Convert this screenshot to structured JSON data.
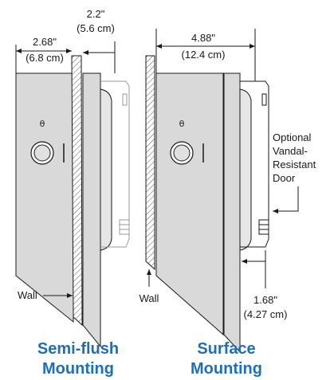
{
  "semi_flush": {
    "dimension_depth": "2.68\"",
    "dimension_depth_metric": "(6.8 cm)",
    "dimension_offset": "2.2\"",
    "dimension_offset_metric": "(5.6 cm)",
    "wall_label": "Wall",
    "title_line1": "Semi-flush",
    "title_line2": "Mounting"
  },
  "surface": {
    "dimension_depth": "4.88\"",
    "dimension_depth_metric": "(12.4 cm)",
    "dimension_door": "1.68\"",
    "dimension_door_metric": "(4.27 cm)",
    "door_label_line1": "Optional",
    "door_label_line2": "Vandal-",
    "door_label_line3": "Resistant",
    "door_label_line4": "Door",
    "wall_label": "Wall",
    "title_line1": "Surface",
    "title_line2": "Mounting"
  },
  "symbols": {
    "indicator_glyph": "θ"
  },
  "colors": {
    "title_blue": "#1f6fb7",
    "unit_gray": "#d9d9d9",
    "unit_side_gray": "#c8c8c8",
    "line_black": "#1a1a1a",
    "door_outline_gray": "#9a9a9a",
    "wall_hatch": "#555555"
  }
}
